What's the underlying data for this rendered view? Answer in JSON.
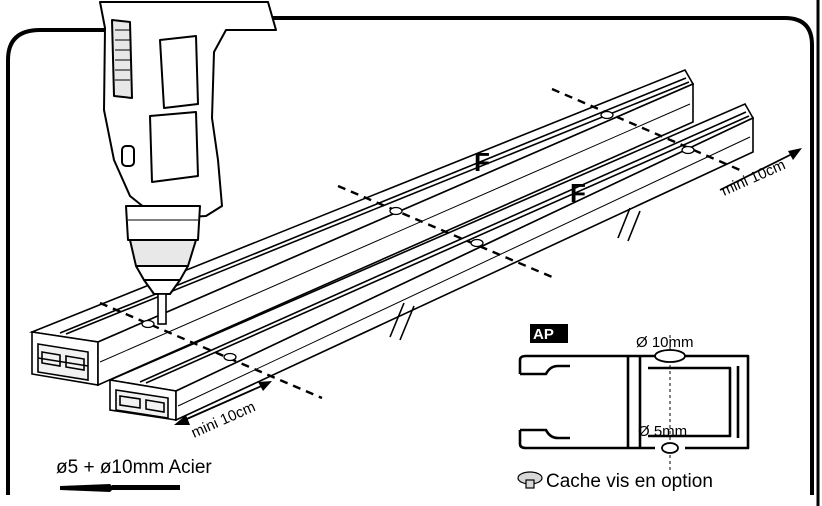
{
  "labels": {
    "f_mark": "F",
    "mini_right": "mini 10cm",
    "mini_left": "mini 10cm",
    "ap_badge": "AP",
    "hole_top": "Ø 10mm",
    "hole_bottom": "Ø 5mm",
    "drill_spec": "ø5 + ø10mm Acier",
    "cap_note": "Cache vis en option"
  },
  "icons": {
    "drill": "power-drill-icon",
    "cap": "screw-cap-icon",
    "drill_bit": "drill-bit-icon"
  },
  "colors": {
    "ink": "#000000",
    "paper": "#ffffff",
    "fill_light": "#e8e8e8"
  }
}
